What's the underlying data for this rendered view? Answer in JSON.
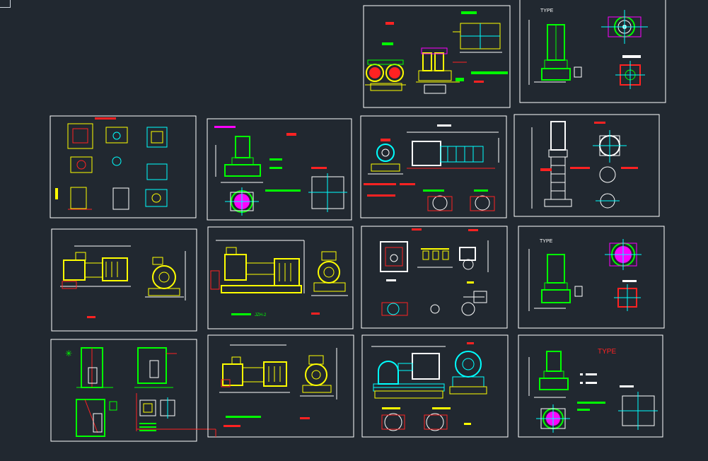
{
  "colors": {
    "background": "#212830",
    "frame": "#ffffff",
    "red": "#ff2020",
    "yellow": "#ffff00",
    "green": "#00ff00",
    "cyan": "#00ffff",
    "magenta": "#ff00ff",
    "white": "#ffffff",
    "blue": "#3060ff"
  },
  "labels": {
    "type_text": "TYPE",
    "type_small_a": "TYPE",
    "type_small_b": "TYPE",
    "code_jzh": "JZH-2"
  },
  "sheets": [
    {
      "name": "sheet-double-pump-top",
      "kind": "double",
      "label_color": "green"
    },
    {
      "name": "sheet-vertical-type-top-right",
      "kind": "vertical-type",
      "label_color": "white"
    },
    {
      "name": "sheet-submersible-grid",
      "kind": "grid",
      "label_color": "yellow"
    },
    {
      "name": "sheet-vertical-pipeline-pump",
      "kind": "pipeline",
      "label_color": "red"
    },
    {
      "name": "sheet-multistage-horizontal",
      "kind": "multistage",
      "label_color": "red"
    },
    {
      "name": "sheet-vertical-multistage",
      "kind": "vertical-multi",
      "label_color": "red"
    },
    {
      "name": "sheet-horizontal-pump-small",
      "kind": "horizontal",
      "label_color": "yellow"
    },
    {
      "name": "sheet-horizontal-pump-base",
      "kind": "horizontal-base",
      "label_color": "yellow"
    },
    {
      "name": "sheet-submersible-mixer",
      "kind": "mixer",
      "label_color": "white"
    },
    {
      "name": "sheet-vertical-type-middle-right",
      "kind": "vertical-type",
      "label_color": "white"
    },
    {
      "name": "sheet-installation-well",
      "kind": "install",
      "label_color": "white"
    },
    {
      "name": "sheet-horizontal-pump-bottom",
      "kind": "horizontal",
      "label_color": "yellow"
    },
    {
      "name": "sheet-split-case-pump",
      "kind": "split",
      "label_color": "yellow"
    },
    {
      "name": "sheet-type-pipeline-bottom-right",
      "kind": "type-pipeline",
      "label_color": "red"
    }
  ]
}
